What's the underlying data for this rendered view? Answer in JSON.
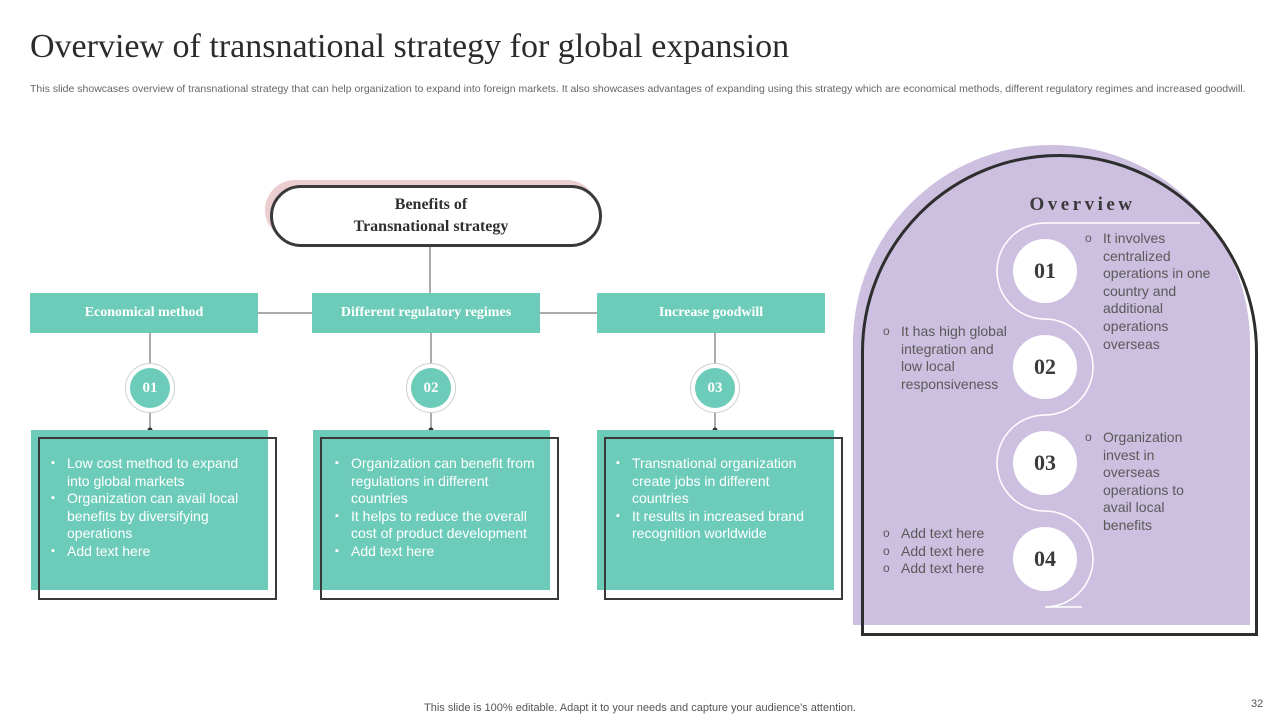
{
  "slide": {
    "title": "Overview of transnational strategy for global expansion",
    "subtitle": "This slide showcases overview of transnational strategy that can help organization to expand into foreign markets. It also showcases advantages of expanding using this strategy which are economical methods, different regulatory regimes and increased goodwill.",
    "footer": "This slide is 100% editable. Adapt it to your needs and capture your audience's attention.",
    "page_number": "32"
  },
  "benefits": {
    "line1": "Benefits of",
    "line2": "Transnational strategy"
  },
  "categories": [
    {
      "header": "Economical method",
      "number": "01",
      "bullets": [
        "Low cost method to expand into global markets",
        "Organization can avail local benefits by diversifying operations",
        "Add text here"
      ]
    },
    {
      "header": "Different regulatory regimes",
      "number": "02",
      "bullets": [
        "Organization can benefit from regulations in different countries",
        "It helps to reduce the overall cost of product development",
        "Add text here"
      ]
    },
    {
      "header": "Increase goodwill",
      "number": "03",
      "bullets": [
        "Transnational organization create jobs in different countries",
        "It results in increased brand recognition worldwide"
      ]
    }
  ],
  "overview": {
    "title": "Overview",
    "items": [
      {
        "number": "01",
        "bullets": [
          "It involves centralized operations in one country and additional operations overseas"
        ]
      },
      {
        "number": "02",
        "bullets": [
          "It has high global integration and low local responsiveness"
        ]
      },
      {
        "number": "03",
        "bullets": [
          "Organization invest in overseas operations to avail local benefits"
        ]
      },
      {
        "number": "04",
        "bullets": [
          "Add text here",
          "Add text here",
          "Add text here"
        ]
      }
    ]
  },
  "colors": {
    "teal": "#6dccb9",
    "pink": "#ecced0",
    "lavender": "#ccbfdf",
    "dark": "#3a3a3a"
  }
}
